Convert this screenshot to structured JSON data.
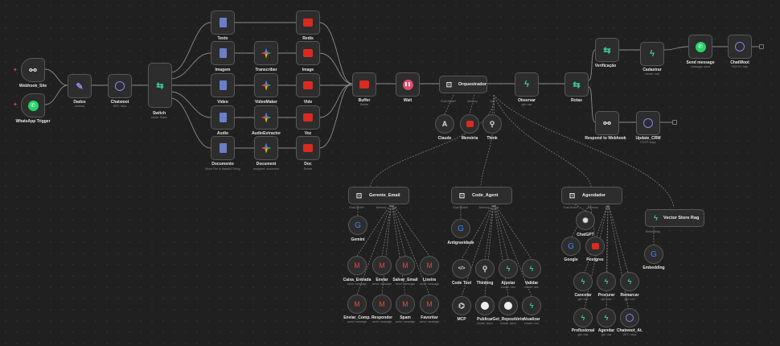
{
  "nodes": {
    "webhook_site": {
      "label": "Webhook_Site"
    },
    "whatsapp_trigger": {
      "label": "WhatsApp Trigger"
    },
    "dados": {
      "label": "Dados",
      "sub": "manual"
    },
    "chatwoot": {
      "label": "Chatwoot",
      "sub": "GET: https"
    },
    "switch": {
      "label": "Switch",
      "sub": "mode: Rules"
    },
    "texto": {
      "label": "Texto"
    },
    "imagem": {
      "label": "Imagem"
    },
    "video": {
      "label": "Video"
    },
    "audio": {
      "label": "Audio"
    },
    "documento": {
      "label": "Documento",
      "sub": "Move File to Base64 String"
    },
    "transcriber": {
      "label": "Transcriber"
    },
    "videomaker": {
      "label": "VideoMaker"
    },
    "audioextractor": {
      "label": "AudioExtractor"
    },
    "document": {
      "label": "Document",
      "sub": "analyzed: document"
    },
    "redis": {
      "label": "Redis"
    },
    "image": {
      "label": "Image"
    },
    "vide": {
      "label": "Vide"
    },
    "voz": {
      "label": "Voz"
    },
    "doc": {
      "label": "Doc",
      "sub": "Delete"
    },
    "buffer": {
      "label": "Buffer",
      "sub": "Delete"
    },
    "wait": {
      "label": "Wait"
    },
    "orquestrador": {
      "label": "Orquestrador"
    },
    "observar": {
      "label": "Observar",
      "sub": "get: row"
    },
    "rotas": {
      "label": "Rotas"
    },
    "verificacao": {
      "label": "Verificação"
    },
    "cadastrar": {
      "label": "Cadastrar",
      "sub": "create: row"
    },
    "send_message": {
      "label": "Send message",
      "sub": "message: send"
    },
    "chatwoot2": {
      "label": "ChatWoot",
      "sub": "PATCH: http"
    },
    "respond_webhook": {
      "label": "Respond to Webhook"
    },
    "update_crm": {
      "label": "Update_CRM",
      "sub": "POST: https"
    },
    "claude": {
      "label": "Claude"
    },
    "memoria": {
      "label": "Memória"
    },
    "think": {
      "label": "Think"
    },
    "gerente_email": {
      "label": "Gerente_Email"
    },
    "code_agent": {
      "label": "Code_Agent"
    },
    "agendador": {
      "label": "Agendador"
    },
    "vector_store": {
      "label": "Vector Store Rag"
    },
    "gemini": {
      "label": "Gemini"
    },
    "antigravidade": {
      "label": "Antigravidade"
    },
    "chatgpt": {
      "label": "ChatGPT"
    },
    "google": {
      "label": "Google"
    },
    "postgres": {
      "label": "Postgres"
    },
    "embedding": {
      "label": "Embedding"
    },
    "caixa_entrada": {
      "label": "Caixa_Entrada",
      "sub": "send: message"
    },
    "enviar": {
      "label": "Enviar",
      "sub": "send: message"
    },
    "salvar_email": {
      "label": "Salvar_Email",
      "sub": "send: message"
    },
    "lixeira": {
      "label": "Lixeira",
      "sub": "send: message"
    },
    "enviar_comp": {
      "label": "Enviar_Comp.",
      "sub": "send: message"
    },
    "responder": {
      "label": "Responder",
      "sub": "send: message"
    },
    "spam": {
      "label": "Spam",
      "sub": "send: message"
    },
    "favoritar": {
      "label": "Favoritar",
      "sub": "send: message"
    },
    "code_tool": {
      "label": "Code Tool"
    },
    "thinking": {
      "label": "Thinking"
    },
    "ajustar": {
      "label": "Ajustar",
      "sub": "create: row"
    },
    "validar": {
      "label": "Validar",
      "sub": "create: row"
    },
    "mcp": {
      "label": "MCP"
    },
    "publicar": {
      "label": "Publicar",
      "sub": "create: issue"
    },
    "get_repo": {
      "label": "Get_Repositório",
      "sub": "create: issue"
    },
    "atualizar": {
      "label": "Atualizar",
      "sub": "create: row"
    },
    "cancelar": {
      "label": "Cancelar",
      "sub": "get: row"
    },
    "procurar": {
      "label": "Procurar",
      "sub": "get: row"
    },
    "remarcar": {
      "label": "Remarcar",
      "sub": "get: row"
    },
    "profissional": {
      "label": "Profissional",
      "sub": "get: row"
    },
    "agendar": {
      "label": "Agendar",
      "sub": "get: row"
    },
    "chatwoot_at": {
      "label": "Chatwoot_At.",
      "sub": "GET: https"
    }
  },
  "ports": {
    "chat_model": "Chat Model*",
    "memory": "Memory",
    "tool": "Tool",
    "embedding": "Embedding"
  }
}
